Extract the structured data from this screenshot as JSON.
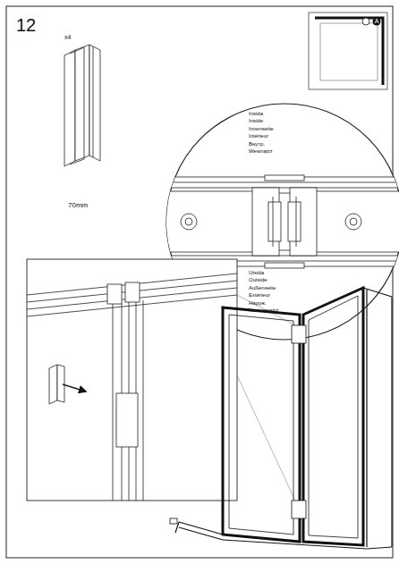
{
  "diagram": {
    "labels": [
      "12",
      "x4",
      "70mm",
      "Insida",
      "Inside",
      "Innenseite",
      "Intérieur",
      "Внутр.",
      "Wewnątrz",
      "Utsida",
      "Outside",
      "Außenseite",
      "Extérieur",
      "Наруж.",
      "Na zewnątrz",
      "A"
    ]
  }
}
